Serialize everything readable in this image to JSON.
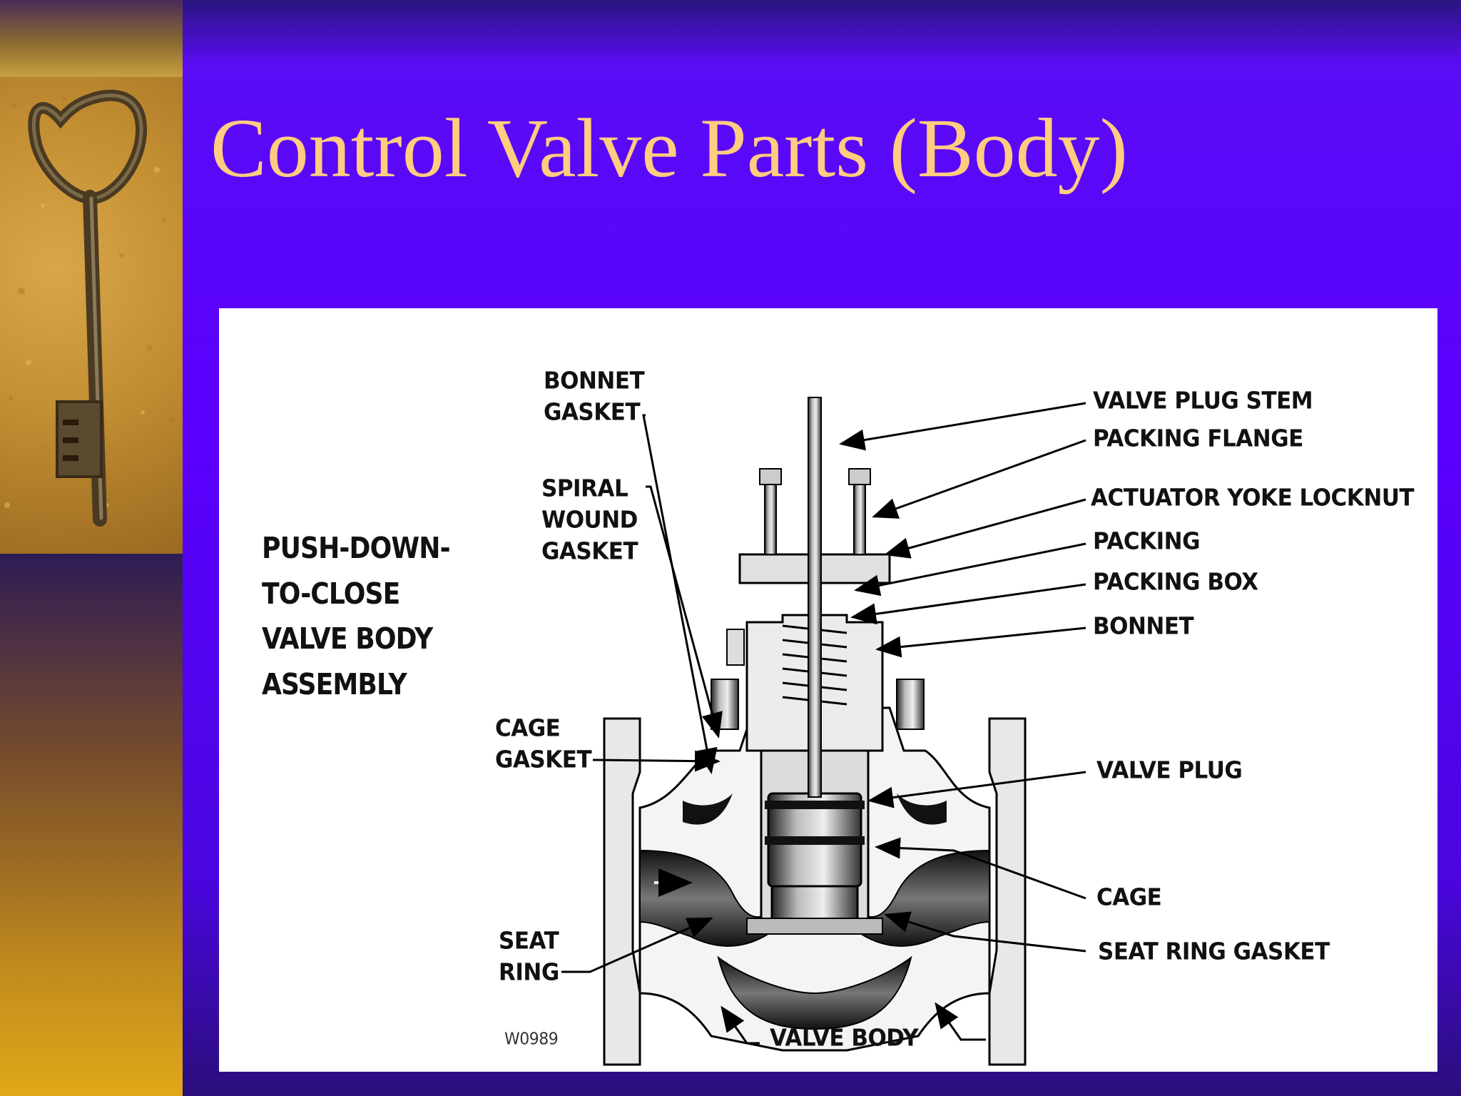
{
  "slide": {
    "title": "Control Valve Parts (Body)"
  },
  "diagram": {
    "assembly_title": [
      "PUSH-DOWN-",
      "TO-CLOSE",
      "VALVE BODY",
      "ASSEMBLY"
    ],
    "drawing_code": "W0989",
    "labels_left": {
      "bonnet_gasket": [
        "BONNET",
        "GASKET"
      ],
      "spiral_wound_gasket": [
        "SPIRAL",
        "WOUND",
        "GASKET"
      ],
      "cage_gasket": [
        "CAGE",
        "GASKET"
      ],
      "seat_ring": [
        "SEAT",
        "RING"
      ]
    },
    "labels_right": {
      "valve_plug_stem": "VALVE PLUG STEM",
      "packing_flange": "PACKING FLANGE",
      "actuator_yoke_locknut": "ACTUATOR YOKE LOCKNUT",
      "packing": "PACKING",
      "packing_box": "PACKING BOX",
      "bonnet": "BONNET",
      "valve_plug": "VALVE PLUG",
      "cage": "CAGE",
      "seat_ring_gasket": "SEAT RING GASKET"
    },
    "labels_bottom": {
      "valve_body": "VALVE BODY"
    }
  }
}
